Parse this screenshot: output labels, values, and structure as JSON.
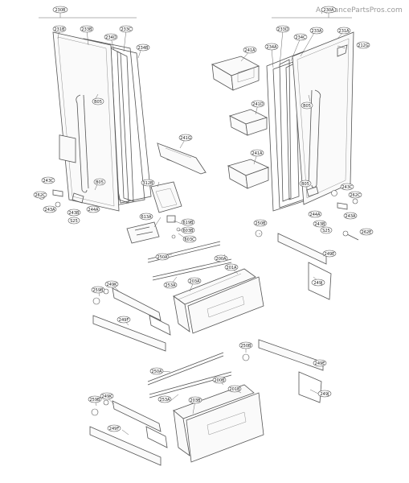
{
  "watermark": "AppliancePartsPros.com",
  "labels": {
    "l230B": "230B",
    "l231B": "231B",
    "l233B": "233B",
    "l234D_l": "234D",
    "l233C_l": "233C",
    "l234B": "234B",
    "l230A": "230A",
    "l233D": "233D",
    "l233A": "233A",
    "l231A": "231A",
    "l234C": "234C",
    "l212G": "212G",
    "l234A": "234A",
    "l241A_1": "241A",
    "l241D": "241D",
    "l241A_2": "241A",
    "l241G": "241G",
    "lB05_1": "B05",
    "lB05_2": "B05",
    "lB05_3": "B05",
    "lB05_4": "B05",
    "l243C_l": "243C",
    "l262C_l": "262C",
    "l243A_l": "243A",
    "l243B_l": "243B",
    "lS25_l": "S25",
    "l244A_l": "244A",
    "l312B": "312B",
    "l243C_r": "243C",
    "l262C_r": "262C",
    "l244A_r": "244A",
    "l243B_r": "243B",
    "lS25_r": "S25",
    "l243A_r": "243A",
    "l613A": "613A",
    "l619B": "619B",
    "l603B": "603B",
    "l603C": "603C",
    "l250B_1": "250B",
    "l262E": "262E",
    "l249E_1": "249E",
    "l249J_1": "249J",
    "l250A_1": "250A",
    "l253A_1": "253A",
    "l200A": "200A",
    "l201A": "201A",
    "l203A": "203A",
    "l259B_1": "259B",
    "l249K_1": "249K",
    "l249F_1": "249F",
    "l250B_2": "250B",
    "l249E_2": "249E",
    "l249J_2": "249J",
    "l250A_2": "250A",
    "l253A_2": "253A",
    "l200B": "200B",
    "l201B": "201B",
    "l203B": "203B",
    "l259B_2": "259B",
    "l249K_2": "249K",
    "l249F_2": "249F"
  }
}
